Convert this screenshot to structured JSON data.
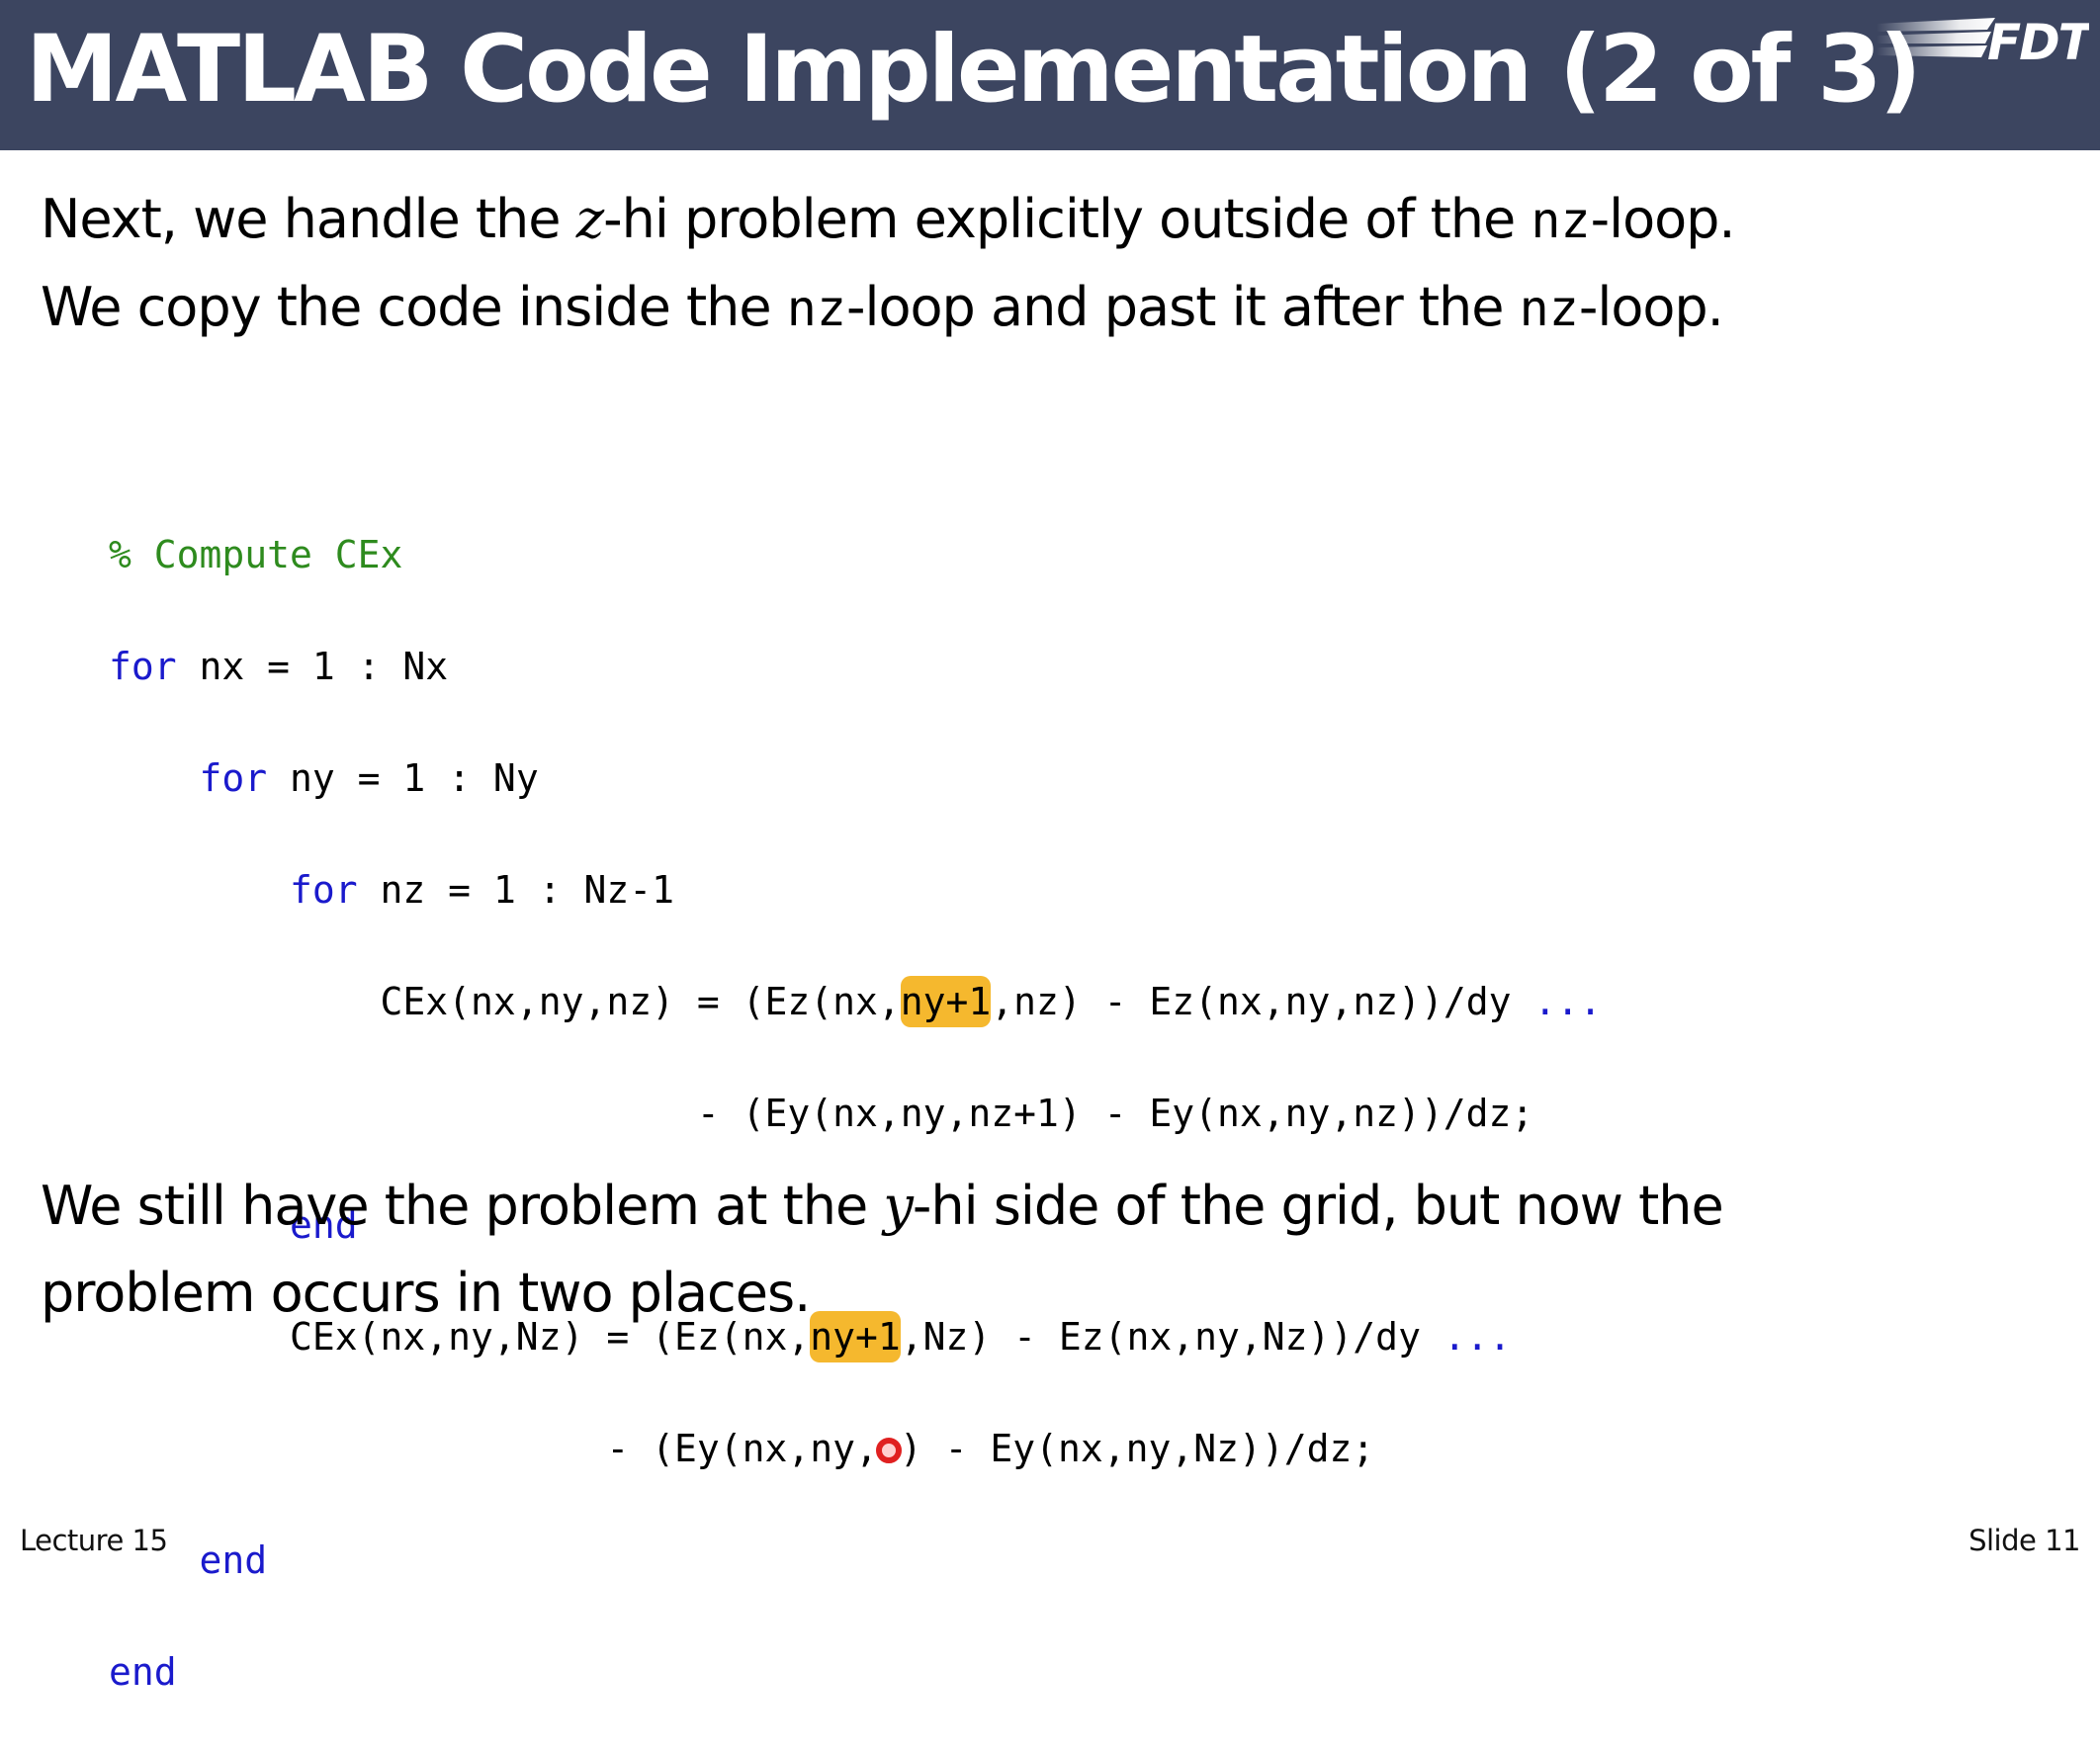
{
  "title": "MATLAB Code Implementation (2 of 3)",
  "logo_text": "FDTD",
  "intro": {
    "line1": {
      "a": "Next, we handle the ",
      "z": "z",
      "b": "-hi problem explicitly outside of the ",
      "code": "nz",
      "c": "-loop."
    },
    "line2": {
      "a": "We copy the code inside the ",
      "code1": "nz",
      "b": "-loop and past it after the ",
      "code2": "nz",
      "c": "-loop."
    }
  },
  "code": {
    "comment": "% Compute CEx",
    "kw_for": "for",
    "kw_end": "end",
    "l1": " nx = 1 : Nx",
    "l2": " ny = 1 : Ny",
    "l3": " nz = 1 : Nz-1",
    "l4a": "CEx(nx,ny,nz) = (Ez(nx,",
    "l4hl": "ny+1",
    "l4b": ",nz) - Ez(nx,ny,nz))/dy ",
    "l5": "- (Ey(nx,ny,nz+1) - Ey(nx,ny,nz))/dz;",
    "l7a": "CEx(nx,ny,Nz) = (Ez(nx,",
    "l7hl": "ny+1",
    "l7b": ",Nz) - Ez(nx,ny,Nz))/dy ",
    "l8a": "- (Ey(nx,ny,",
    "l8b": ") - Ey(nx,ny,Nz))/dz;",
    "continuation": "..."
  },
  "outro": {
    "line1": {
      "a": "We still have the problem at the ",
      "y": "y",
      "b": "-hi side of the grid, but now the"
    },
    "line2": "problem occurs in two places."
  },
  "footer": {
    "left": "Lecture 15",
    "right": "Slide 11"
  },
  "colors": {
    "title_bar": "#3c4560",
    "keyword": "#1a1acc",
    "comment": "#2e8b1e",
    "highlight": "#f5b82e",
    "cursor": "#e02020"
  }
}
